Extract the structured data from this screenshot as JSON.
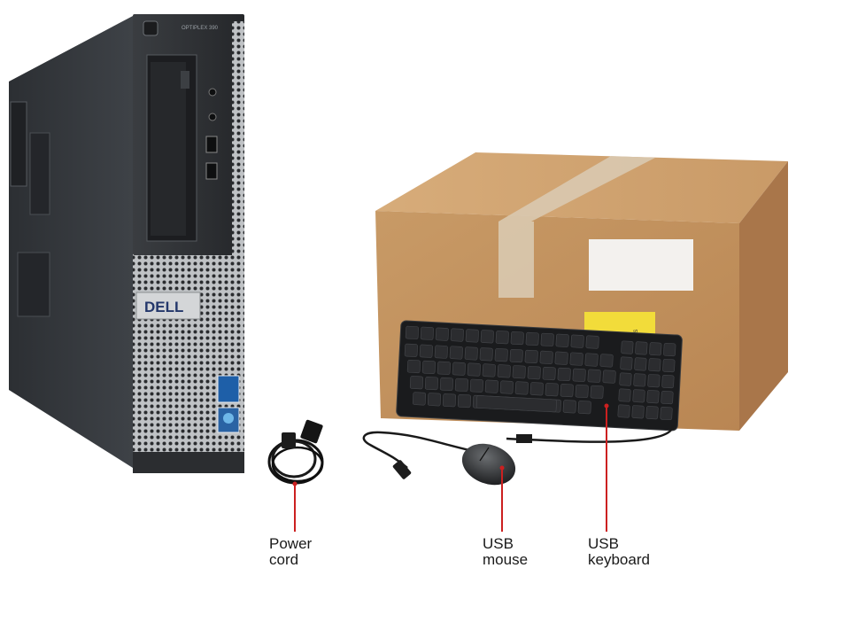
{
  "scene": {
    "description_items": [
      "desktop-tower",
      "shipping-box",
      "keyboard",
      "mouse",
      "power-cord"
    ]
  },
  "tower": {
    "brand": "DELL",
    "model_text": "OPTIPLEX 390"
  },
  "box": {
    "sticker_text": "UPS"
  },
  "callouts": {
    "power_cord": {
      "line1": "Power",
      "line2": "cord"
    },
    "usb_mouse": {
      "line1": "USB",
      "line2": "mouse"
    },
    "usb_keyboard": {
      "line1": "USB",
      "line2": "keyboard"
    }
  },
  "colors": {
    "callout_line": "#cc2020",
    "box": "#c8935a",
    "tower": "#2f3236"
  }
}
